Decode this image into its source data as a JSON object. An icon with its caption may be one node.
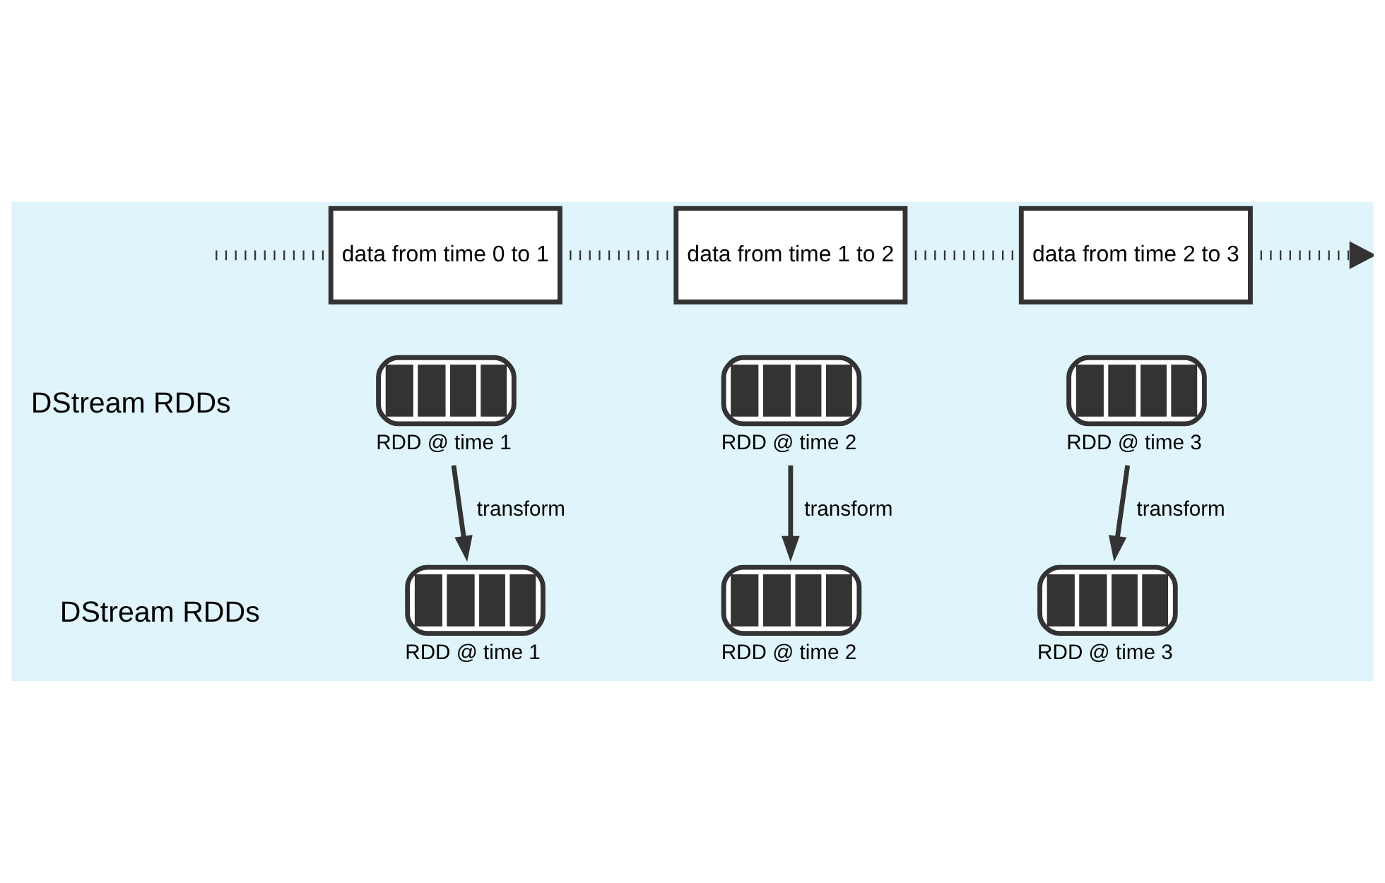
{
  "diagram": {
    "nodes": [
      {
        "text": [
          "data from time 0 to 1"
        ]
      },
      {
        "text": [
          "data from time 1 to 2"
        ]
      },
      {
        "text": [
          "data from time 2 to 3"
        ]
      },
      {
        "text": [],
        "shape": "box",
        "beside": [
          "RDD @ time 1"
        ]
      },
      {
        "text": [],
        "shape": "box",
        "beside": [
          "RDD @ time 2"
        ]
      },
      {
        "text": [],
        "shape": "box",
        "beside": [
          "RDD @ time 3"
        ]
      },
      {
        "text": [],
        "shape": "box",
        "beside": [
          "RDD @ time 1"
        ]
      },
      {
        "text": [],
        "shape": "box",
        "beside": [
          "RDD @ time 2"
        ]
      },
      {
        "text": [],
        "shape": "box",
        "beside": [
          "RDD @ time 3"
        ]
      }
    ],
    "edges": [
      {
        "from": null,
        "to": 0,
        "arrow": "none",
        "style": "dashed"
      },
      {
        "from": 0,
        "to": 1,
        "arrow": "none",
        "style": "dashed"
      },
      {
        "from": 1,
        "to": 2,
        "arrow": "none",
        "style": "dashed"
      },
      {
        "from": 2,
        "to": null,
        "arrow": "to",
        "style": "dashed"
      },
      {
        "from": 3,
        "to": 6,
        "arrow": "to",
        "label": "transform"
      },
      {
        "from": 4,
        "to": 7,
        "arrow": "to",
        "label": "transform"
      },
      {
        "from": 5,
        "to": 8,
        "arrow": "to",
        "label": "transform"
      }
    ],
    "labels": [
      "DStream RDDs",
      "DStream RDDs"
    ]
  }
}
